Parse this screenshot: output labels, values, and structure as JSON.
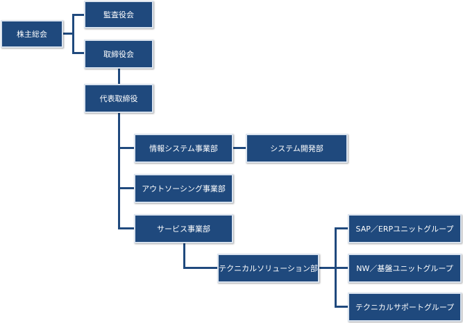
{
  "colors": {
    "box_fill": "#1f497d",
    "box_border": "#dbe4ef",
    "connector": "#1f497d",
    "text": "#ffffff"
  },
  "nodes": {
    "shareholders_meeting": "株主総会",
    "audit_board": "監査役会",
    "board_of_directors": "取締役会",
    "representative_director": "代表取締役",
    "info_systems_division": "情報システム事業部",
    "system_development_dept": "システム開発部",
    "outsourcing_division": "アウトソーシング事業部",
    "service_division": "サービス事業部",
    "technical_solutions_dept": "テクニカルソリューション部",
    "sap_erp_group": "SAP／ERPユニットグループ",
    "nw_infra_group": "NW／基盤ユニットグループ",
    "technical_support_group": "テクニカルサポートグループ"
  }
}
